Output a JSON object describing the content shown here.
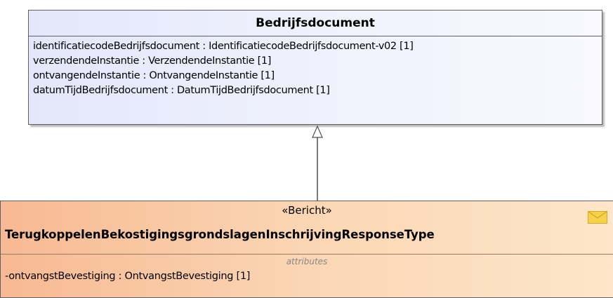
{
  "parent_class": {
    "name": "Bedrijfsdocument",
    "attributes": [
      "identificatiecodeBedrijfsdocument : IdentificatiecodeBedrijfsdocument-v02 [1]",
      "verzendendeInstantie : VerzendendeInstantie [1]",
      "ontvangendeInstantie : OntvangendeInstantie [1]",
      "datumTijdBedrijfsdocument : DatumTijdBedrijfsdocument [1]"
    ]
  },
  "child_class": {
    "stereotype": "«Bericht»",
    "name": "TerugkoppelenBekostigingsgrondslagenInschrijvingResponseType",
    "compartment_label": "attributes",
    "attributes": [
      "-ontvangstBevestiging : OntvangstBevestiging [1]"
    ],
    "stereotype_icon": "envelope-icon"
  },
  "relationship": {
    "type": "generalization"
  },
  "colors": {
    "parent_fill": "#e9ecfc",
    "child_fill": "#fbd6b4",
    "envelope": "#f5d24a",
    "border": "#606060"
  }
}
